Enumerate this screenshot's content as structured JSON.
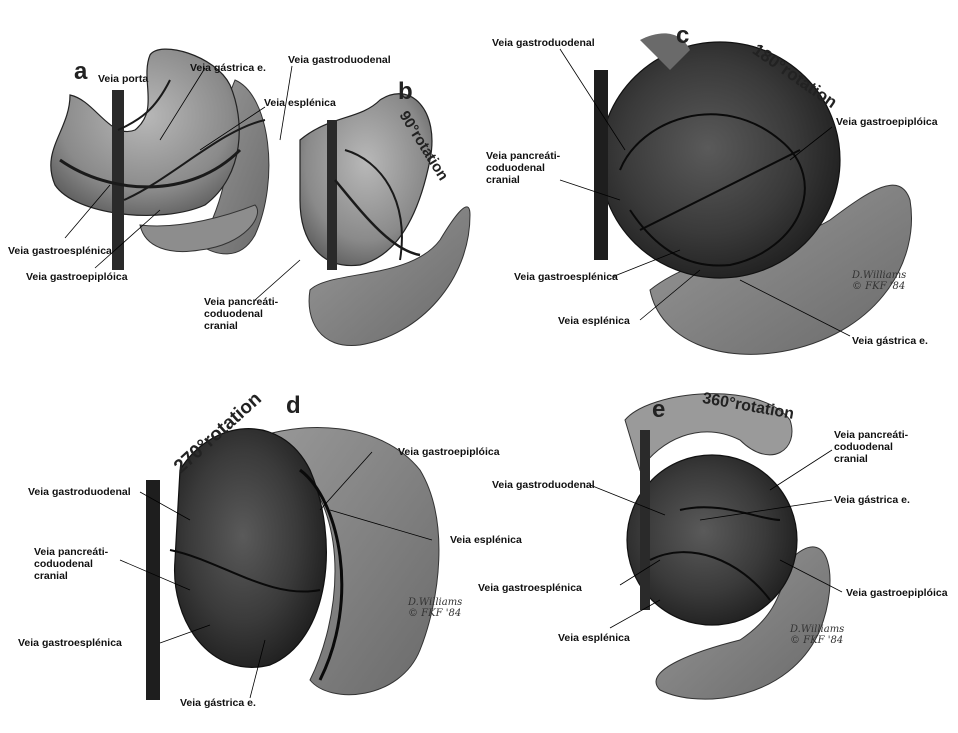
{
  "colors": {
    "organ_fill": "#8a8a8a",
    "dark_fill": "#3a3a3a",
    "vessel": "#1a1a1a"
  },
  "panels": {
    "a": {
      "letter": "a",
      "labels": {
        "porta": "Veia porta",
        "gastrica": "Veia gástrica e.",
        "gastroduodenal": "Veia gastroduodenal",
        "esplenica": "Veia esplénica",
        "gastroesplenica": "Veia gastroesplénica",
        "gastroepiploica": "Veia gastroepiplóica"
      }
    },
    "b": {
      "letter": "b",
      "rotation": "90°rotation",
      "labels": {
        "pancreatico": "Veia pancreáti-\ncoduodenal\ncranial"
      }
    },
    "c": {
      "letter": "c",
      "rotation": "180°rotation",
      "signature": "D.Williams\n© FKF '84",
      "labels": {
        "gastroduodenal": "Veia gastroduodenal",
        "pancreatico": "Veia pancreáti-\ncoduodenal\ncranial",
        "gastroepiploica": "Veia gastroepiplóica",
        "gastroesplenica": "Veia gastroesplénica",
        "esplenica": "Veia esplénica",
        "gastrica": "Veia gástrica e."
      }
    },
    "d": {
      "letter": "d",
      "rotation": "270°rotation",
      "signature": "D.Williams\n© FKF '84",
      "labels": {
        "gastroepiploica": "Veia gastroepiplóica",
        "gastroduodenal": "Veia gastroduodenal",
        "esplenica": "Veia esplénica",
        "pancreatico": "Veia pancreáti-\ncoduodenal\ncranial",
        "gastroesplenica": "Veia gastroesplénica",
        "gastrica": "Veia gástrica e."
      }
    },
    "e": {
      "letter": "e",
      "rotation": "360°rotation",
      "signature": "D.Williams\n© FKF '84",
      "labels": {
        "pancreatico": "Veia pancreáti-\ncoduodenal\ncranial",
        "gastroduodenal": "Veia gastroduodenal",
        "gastrica": "Veia gástrica e.",
        "gastroesplenica": "Veia gastroesplénica",
        "gastroepiploica": "Veia gastroepiplóica",
        "esplenica": "Veia esplénica"
      }
    }
  }
}
